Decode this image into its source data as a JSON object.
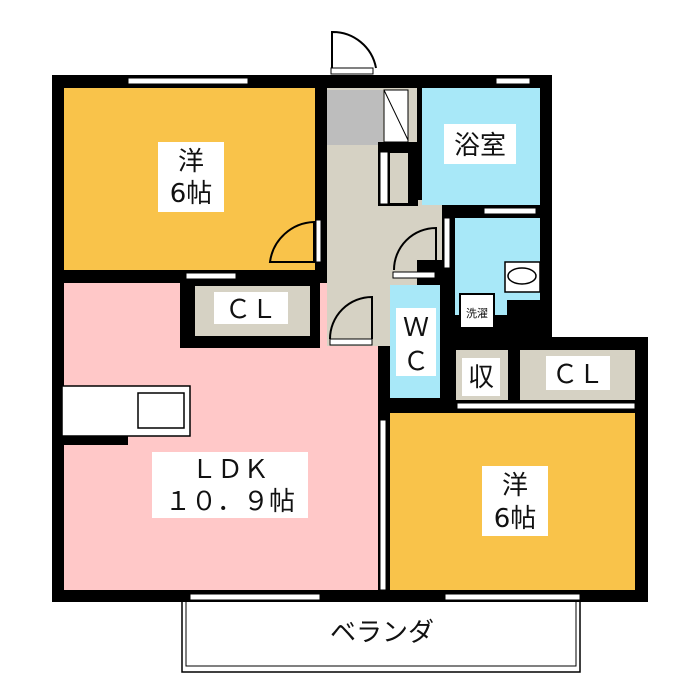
{
  "colors": {
    "western_room": "#F9C34A",
    "ldk": "#FFC8C8",
    "wet_area": "#A8E8F8",
    "hall_storage": "#D6D2C4",
    "entrance": "#BDBDBD",
    "wall": "#000000"
  },
  "rooms": {
    "western_room_1": {
      "name": "洋",
      "size": "6帖"
    },
    "closet_1": {
      "name": "ＣＬ"
    },
    "bathroom": {
      "name": "浴室"
    },
    "washer": {
      "name": "洗濯"
    },
    "toilet": {
      "name_1": "Ｗ",
      "name_2": "Ｃ"
    },
    "storage": {
      "name": "収"
    },
    "closet_2": {
      "name": "ＣＬ"
    },
    "ldk": {
      "name": "ＬＤＫ",
      "size": "１０．９帖"
    },
    "western_room_2": {
      "name": "洋",
      "size": "6帖"
    },
    "balcony": {
      "name": "ベランダ"
    }
  }
}
